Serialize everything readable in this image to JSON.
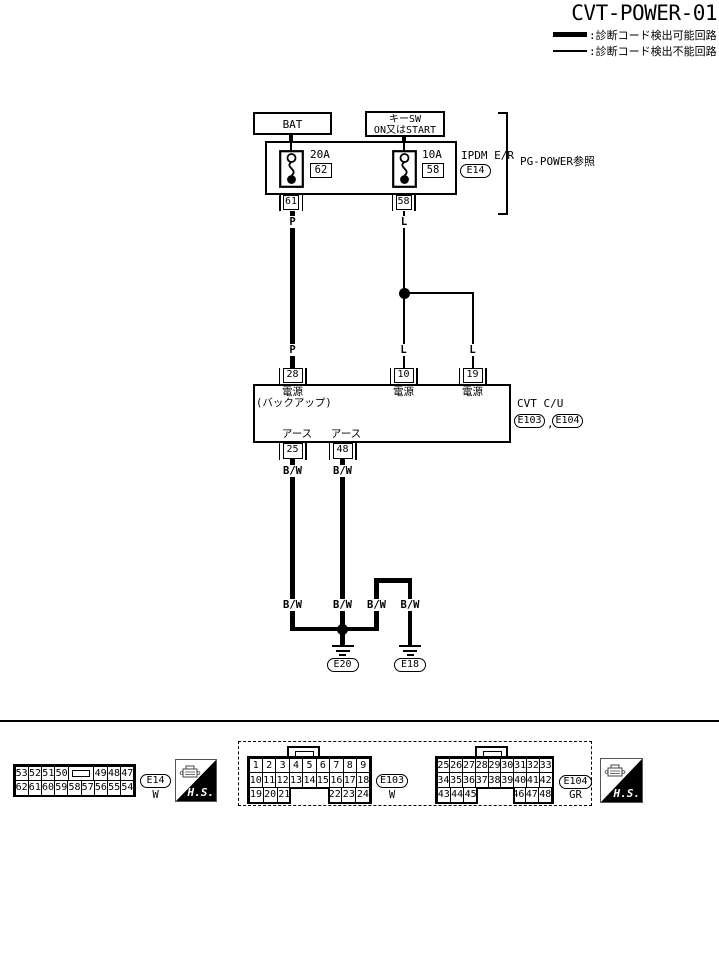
{
  "title": "CVT-POWER-01",
  "legend": {
    "detectable": ":診断コード検出可能回路",
    "undetectable": ":診断コード検出不能回路"
  },
  "top": {
    "bat_label": "BAT",
    "key_sw_line1": "キーSW",
    "key_sw_line2": "ON又はSTART",
    "ipdm_name": "IPDM E/R",
    "ipdm_connector": "E14",
    "pg_power_ref": "PG-POWER参照",
    "fuse1": {
      "rating": "20A",
      "no": "62",
      "terminal": "61"
    },
    "fuse2": {
      "rating": "10A",
      "no": "58",
      "terminal": "58"
    }
  },
  "wires": {
    "p": "P",
    "l": "L",
    "bw": "B/W"
  },
  "cvt": {
    "name": "CVT C/U",
    "conn1": "E103",
    "conn_sep": ",",
    "conn2": "E104",
    "t28": "28",
    "t10": "10",
    "t19": "19",
    "t25": "25",
    "t48": "48",
    "power_label": "電源",
    "backup_label": "(バックアップ)",
    "ground_label": "アース"
  },
  "grounds": {
    "g1": "E20",
    "g2": "E18"
  },
  "connector_view": {
    "hs": "H.S.",
    "e14": {
      "id": "E14",
      "color": "W",
      "rows": [
        [
          "53",
          "52",
          "51",
          "50",
          "#key",
          "49",
          "48",
          "47"
        ],
        [
          "62",
          "61",
          "60",
          "59",
          "58",
          "57",
          "56",
          "55",
          "54"
        ]
      ]
    },
    "e103": {
      "id": "E103",
      "color": "W",
      "rows": [
        [
          "1",
          "2",
          "3",
          "4",
          "5",
          "6",
          "7",
          "8",
          "9"
        ],
        [
          "10",
          "11",
          "12",
          "13",
          "14",
          "15",
          "16",
          "17",
          "18"
        ],
        [
          "19",
          "20",
          "21",
          "",
          "",
          "",
          "22",
          "23",
          "24"
        ]
      ]
    },
    "e104": {
      "id": "E104",
      "color": "GR",
      "rows": [
        [
          "25",
          "26",
          "27",
          "28",
          "29",
          "30",
          "31",
          "32",
          "33"
        ],
        [
          "34",
          "35",
          "36",
          "37",
          "38",
          "39",
          "40",
          "41",
          "42"
        ],
        [
          "43",
          "44",
          "45",
          "",
          "",
          "",
          "46",
          "47",
          "48"
        ]
      ]
    }
  }
}
